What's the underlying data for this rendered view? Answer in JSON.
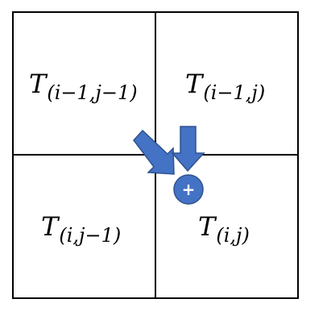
{
  "cells": {
    "top_left": {
      "symbol": "T",
      "subscript": "(i−1,j−1)"
    },
    "top_right": {
      "symbol": "T",
      "subscript": "(i−1,j)"
    },
    "bottom_left": {
      "symbol": "T",
      "subscript": "(i,j−1)"
    },
    "bottom_right": {
      "symbol": "T",
      "subscript": "(i,j)"
    }
  },
  "sum_node": {
    "symbol": "+"
  },
  "colors": {
    "arrow_fill": "#4472c4",
    "arrow_stroke": "#2f528f",
    "grid_lines": "#000000"
  }
}
